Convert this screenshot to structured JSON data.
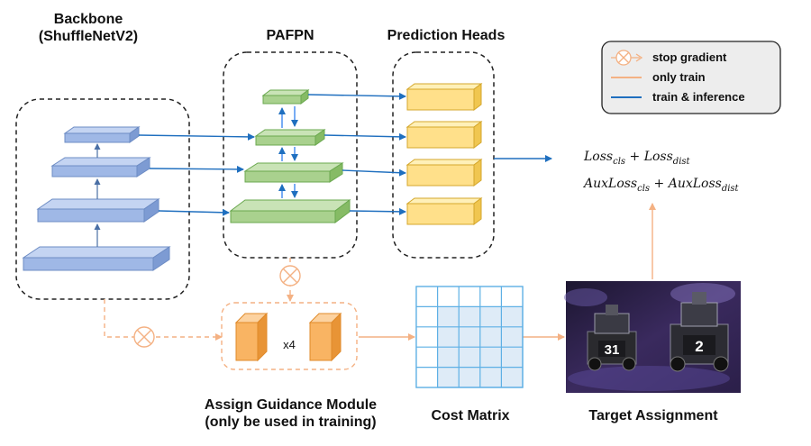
{
  "labels": {
    "backbone_line1": "Backbone",
    "backbone_line2": "(ShuffleNetV2)",
    "pafpn": "PAFPN",
    "prediction_heads": "Prediction Heads",
    "agm_line1": "Assign Guidance Module",
    "agm_line2": "(only be used in training)",
    "cost_matrix": "Cost Matrix",
    "target_assignment": "Target Assignment",
    "repeat": "x4"
  },
  "legend": {
    "stop_gradient": "stop gradient",
    "only_train": "only train",
    "train_inference": "train & inference"
  },
  "losses": {
    "loss_main": "Loss",
    "loss_main_sub1": "cls",
    "plus": " + ",
    "loss_main_sub2": "dist",
    "aux_loss": "AuxLoss"
  },
  "image_overlay": {
    "number_left": "31",
    "number_right": "2"
  },
  "colors": {
    "blue_line": "#1f6fbf",
    "orange_line": "#f4b183",
    "backbone_fill": "#9fb8e6",
    "fpn_fill": "#a9d18e",
    "head_fill": "#ffe08a",
    "agm_fill": "#f9b463",
    "grid_fill": "#deebf7",
    "grid_line": "#5eb0e5"
  },
  "icons": [
    "stop-gradient-icon"
  ]
}
